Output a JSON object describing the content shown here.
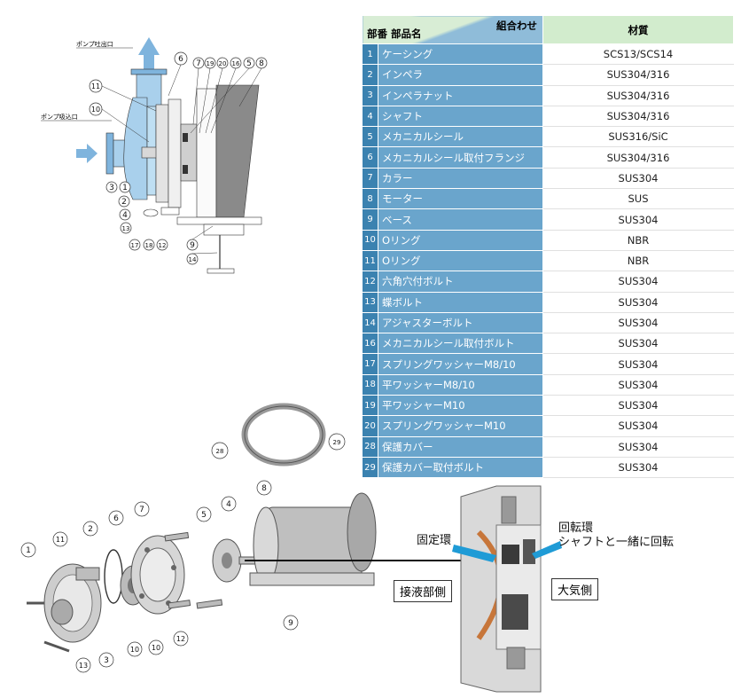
{
  "table": {
    "header_combination": "組合わせ",
    "header_part": "部番 部品名",
    "header_material": "材質",
    "rows": [
      {
        "no": "1",
        "name": "ケーシング",
        "material": "SCS13/SCS14"
      },
      {
        "no": "2",
        "name": "インペラ",
        "material": "SUS304/316"
      },
      {
        "no": "3",
        "name": "インペラナット",
        "material": "SUS304/316"
      },
      {
        "no": "4",
        "name": "シャフト",
        "material": "SUS304/316"
      },
      {
        "no": "5",
        "name": "メカニカルシール",
        "material": "SUS316/SiC"
      },
      {
        "no": "6",
        "name": "メカニカルシール取付フランジ",
        "material": "SUS304/316"
      },
      {
        "no": "7",
        "name": "カラー",
        "material": "SUS304"
      },
      {
        "no": "8",
        "name": "モーター",
        "material": "SUS"
      },
      {
        "no": "9",
        "name": "ベース",
        "material": "SUS304"
      },
      {
        "no": "10",
        "name": "Oリング",
        "material": "NBR"
      },
      {
        "no": "11",
        "name": "Oリング",
        "material": "NBR"
      },
      {
        "no": "12",
        "name": "六角穴付ボルト",
        "material": "SUS304"
      },
      {
        "no": "13",
        "name": "蝶ボルト",
        "material": "SUS304"
      },
      {
        "no": "14",
        "name": "アジャスターボルト",
        "material": "SUS304"
      },
      {
        "no": "16",
        "name": "メカニカルシール取付ボルト",
        "material": "SUS304"
      },
      {
        "no": "17",
        "name": "スプリングワッシャーM8/10",
        "material": "SUS304"
      },
      {
        "no": "18",
        "name": "平ワッシャーM8/10",
        "material": "SUS304"
      },
      {
        "no": "19",
        "name": "平ワッシャーM10",
        "material": "SUS304"
      },
      {
        "no": "20",
        "name": "スプリングワッシャーM10",
        "material": "SUS304"
      },
      {
        "no": "28",
        "name": "保護カバー",
        "material": "SUS304"
      },
      {
        "no": "29",
        "name": "保護カバー取付ボルト",
        "material": "SUS304"
      }
    ]
  },
  "section_drawing": {
    "outlet_label": "ポンプ吐出口",
    "inlet_label": "ポンプ吸込口",
    "callouts": [
      "6",
      "7",
      "19",
      "20",
      "16",
      "5",
      "8",
      "11",
      "10",
      "3",
      "1",
      "2",
      "4",
      "13",
      "17",
      "18",
      "12",
      "9",
      "14"
    ]
  },
  "exploded_view": {
    "callouts": [
      "1",
      "11",
      "2",
      "6",
      "7",
      "5",
      "4",
      "8",
      "28",
      "29",
      "9",
      "3",
      "10",
      "10",
      "12",
      "13"
    ]
  },
  "seal_detail": {
    "fixed_ring": "固定環",
    "rotating_ring": "回転環",
    "rotating_note": "シャフトと一緒に回転",
    "wetted_side": "接液部側",
    "atmosphere_side": "大気側"
  },
  "colors": {
    "table_num_bg": "#3b82b0",
    "table_name_bg": "#6aa5cc",
    "table_header_green": "#d2eccd",
    "fluid_blue": "#7fb4dd",
    "arrow_blue": "#1f9bd6"
  }
}
